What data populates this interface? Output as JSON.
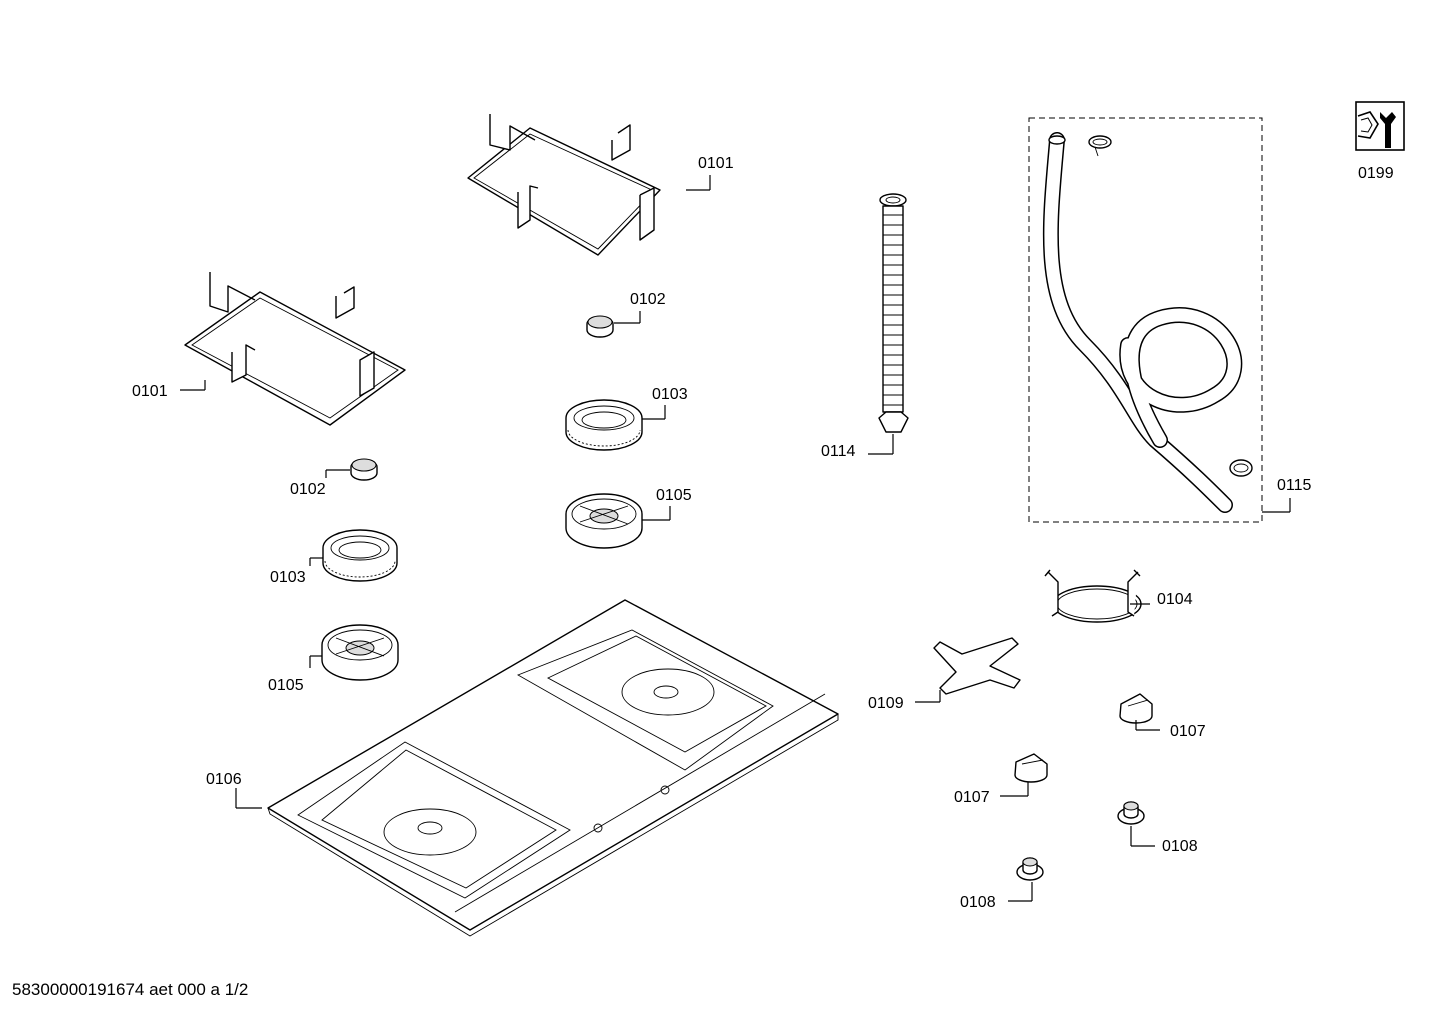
{
  "callouts": {
    "grate_top": "0101",
    "grate_left": "0101",
    "cap_top": "0102",
    "cap_left": "0102",
    "ring_top": "0103",
    "ring_left": "0103",
    "base_top": "0105",
    "base_left": "0105",
    "hob": "0106",
    "hose": "0114",
    "hose_kit": "0115",
    "wok_ring": "0104",
    "simmer_plate": "0109",
    "knob_right": "0107",
    "knob_left": "0107",
    "cap_knob_right": "0108",
    "cap_knob_left": "0108",
    "tool": "0199"
  },
  "footer": "58300000191674 aet 000 a 1/2"
}
